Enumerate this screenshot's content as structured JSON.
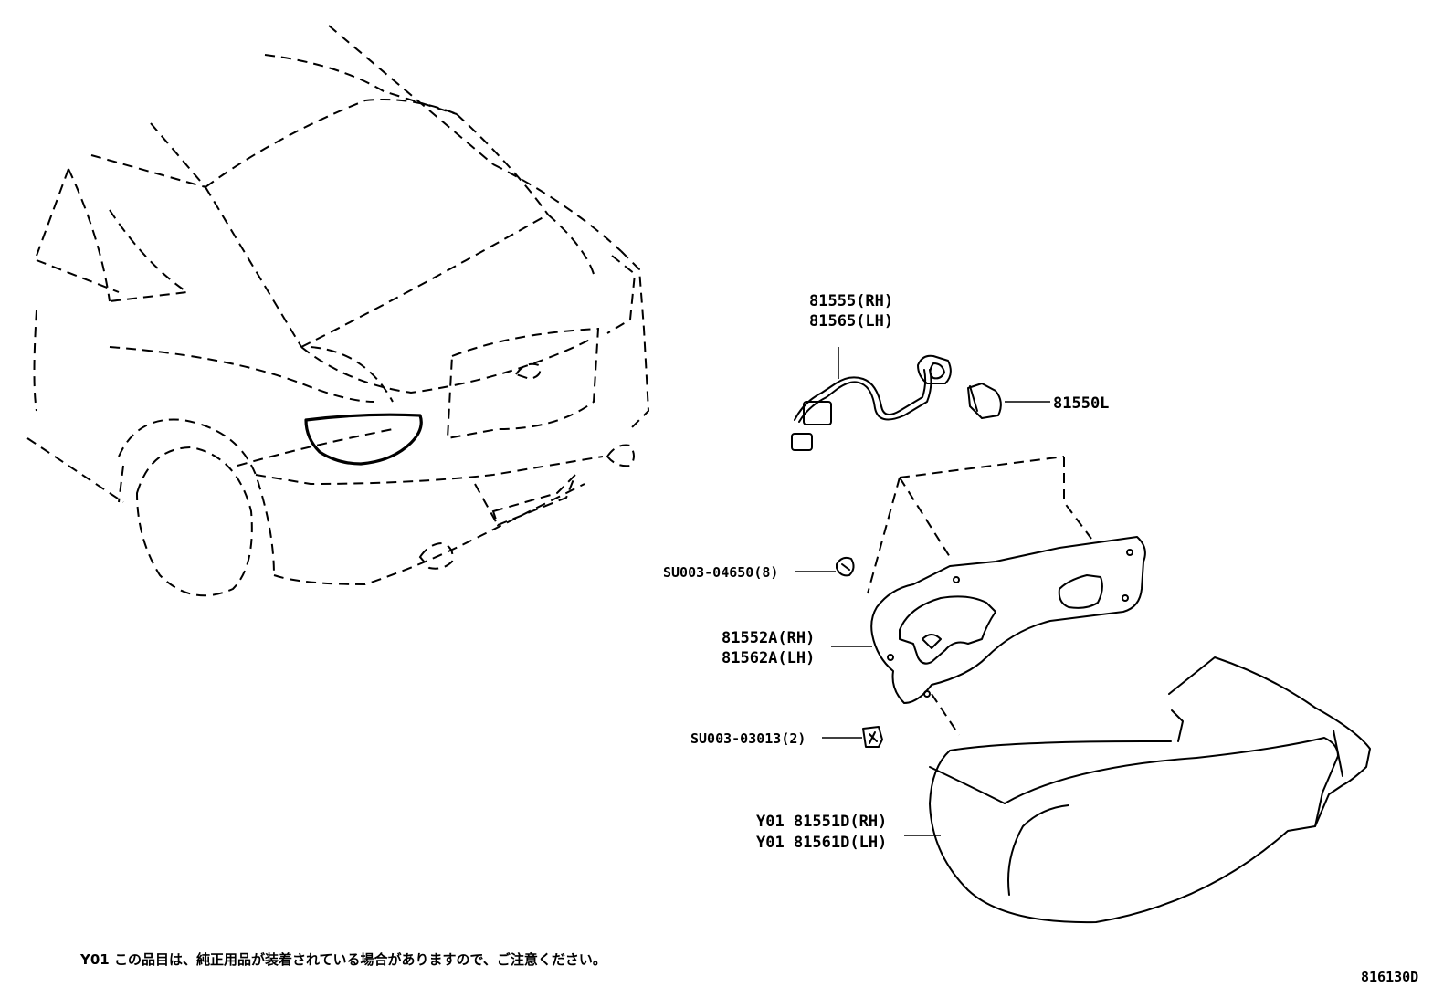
{
  "parts": [
    {
      "id": "harness",
      "labels": [
        "81555(RH)",
        "81565(LH)"
      ]
    },
    {
      "id": "bulb",
      "labels": [
        "81550L"
      ]
    },
    {
      "id": "clip-upper",
      "labels": [
        "SU003-04650(8)"
      ]
    },
    {
      "id": "gasket",
      "labels": [
        "81552A(RH)",
        "81562A(LH)"
      ]
    },
    {
      "id": "clip-lower",
      "labels": [
        "SU003-03013(2)"
      ]
    },
    {
      "id": "lamp",
      "labels": [
        "Y01 81551D(RH)",
        "Y01 81561D(LH)"
      ]
    }
  ],
  "footnote": "Y01 この品目は、純正用品が装着されている場合がありますので、ご注意ください。",
  "figure_ref": "816130D"
}
